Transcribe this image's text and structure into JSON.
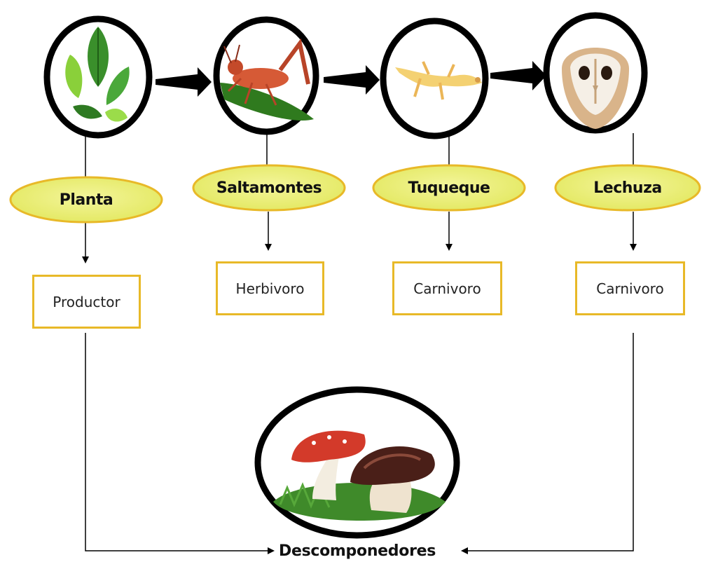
{
  "organisms": [
    {
      "name": "Planta",
      "role": "Productor",
      "image_icon": "leaves-icon"
    },
    {
      "name": "Saltamontes",
      "role": "Herbivoro",
      "image_icon": "grasshopper-icon"
    },
    {
      "name": "Tuqueque",
      "role": "Carnivoro",
      "image_icon": "gecko-icon"
    },
    {
      "name": "Lechuza",
      "role": "Carnivoro",
      "image_icon": "owl-icon"
    }
  ],
  "decomposers": {
    "label": "Descomponedores",
    "image_icon": "mushrooms-icon"
  },
  "colors": {
    "ellipse_fill": "#eef07a",
    "ellipse_stroke": "#e8b928",
    "box_stroke": "#e8b928",
    "lines": "#000000"
  }
}
